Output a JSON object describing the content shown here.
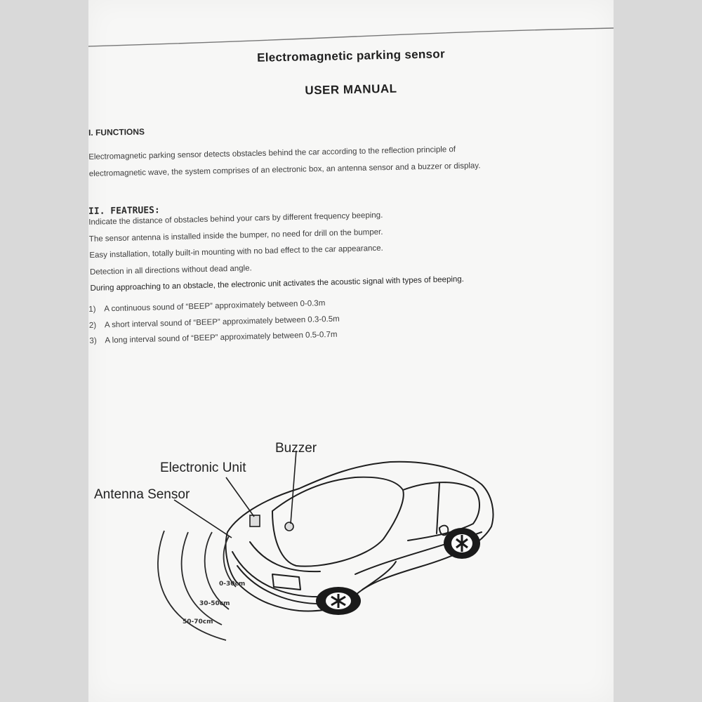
{
  "document": {
    "title": "Electromagnetic parking sensor",
    "subtitle": "USER MANUAL",
    "sections": {
      "functions": {
        "heading": "I. FUNCTIONS",
        "body_line1": "Electromagnetic parking sensor detects obstacles behind the car according to the reflection principle of",
        "body_line2": "electromagnetic wave, the system comprises of an electronic box, an antenna sensor and a buzzer or display."
      },
      "features": {
        "heading": "II. FEATRUES:",
        "items": [
          "Indicate the distance of obstacles behind your cars by different frequency beeping.",
          "The sensor antenna is installed inside the bumper, no need for drill on the bumper.",
          "Easy installation, totally built-in mounting with no bad effect to the car appearance.",
          "Detection in all directions without dead angle.",
          "During approaching to an obstacle, the electronic unit activates the acoustic signal with types of beeping."
        ],
        "beep_types": [
          {
            "num": "1)",
            "text": "A continuous sound of “BEEP” approximately between 0-0.3m"
          },
          {
            "num": "2)",
            "text": "A short interval sound of “BEEP” approximately between 0.3-0.5m"
          },
          {
            "num": "3)",
            "text": "A long interval sound of “BEEP” approximately between 0.5-0.7m"
          }
        ]
      }
    },
    "diagram": {
      "labels": {
        "buzzer": "Buzzer",
        "electronic_unit": "Electronic Unit",
        "antenna_sensor": "Antenna Sensor"
      },
      "ranges": [
        "0-30cm",
        "30-50cm",
        "50-70cm"
      ]
    }
  },
  "colors": {
    "paper": "#f7f7f6",
    "background": "#d9d9d9",
    "ink": "#222222"
  }
}
